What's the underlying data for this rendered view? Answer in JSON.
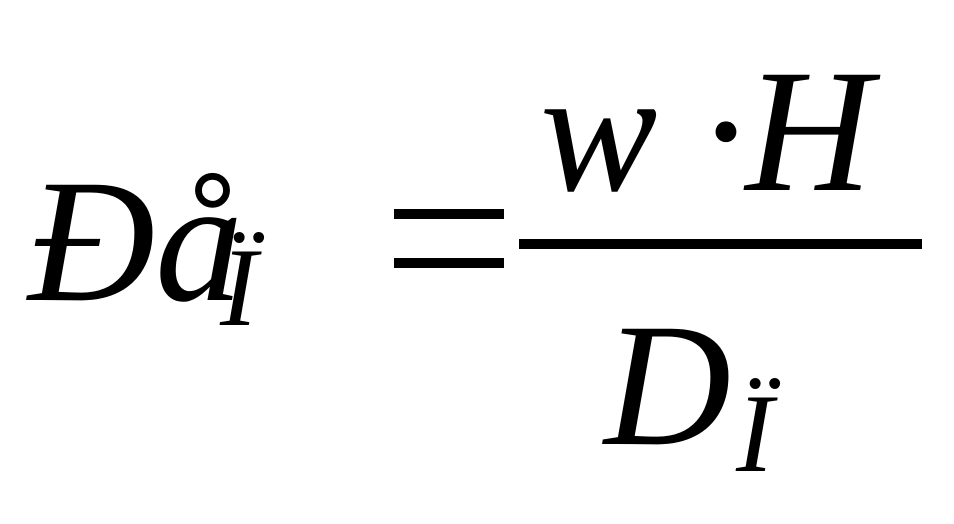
{
  "formula": {
    "lhs": {
      "main": "Ðå",
      "subscript": "Ï"
    },
    "equals_sign": "=",
    "numerator": "w ·H",
    "denominator": {
      "main": "D",
      "subscript": "Ï"
    }
  }
}
